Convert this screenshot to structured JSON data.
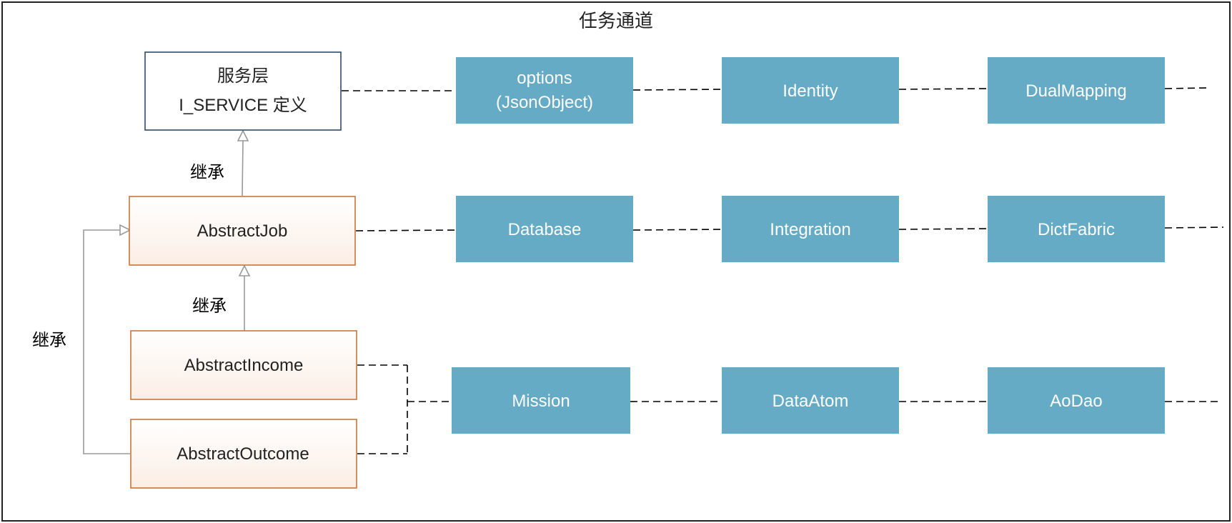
{
  "title": "任务通道",
  "classes": {
    "service": {
      "line1": "服务层",
      "line2": "I_SERVICE 定义"
    },
    "abstract_job": "AbstractJob",
    "abstract_income": "AbstractIncome",
    "abstract_outcome": "AbstractOutcome"
  },
  "inherit_labels": [
    "继承",
    "继承",
    "继承"
  ],
  "row1": [
    {
      "line1": "options",
      "line2": "(JsonObject)"
    },
    {
      "label": "Identity"
    },
    {
      "label": "DualMapping"
    }
  ],
  "row2": [
    "Database",
    "Integration",
    "DictFabric"
  ],
  "row3": [
    "Mission",
    "DataAtom",
    "AoDao"
  ],
  "colors": {
    "box_fill": "#66abc6",
    "class_fill": "#fdf1ea",
    "class_stroke": "#c8753a",
    "service_stroke": "#2e4a66",
    "line": "#000000",
    "inherit_line": "#999999"
  }
}
